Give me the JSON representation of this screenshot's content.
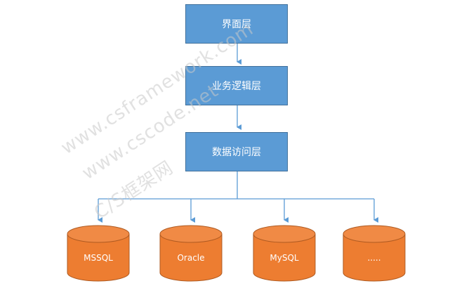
{
  "layers": {
    "ui": "界面层",
    "business": "业务逻辑层",
    "data_access": "数据访问层"
  },
  "databases": [
    "MSSQL",
    "Oracle",
    "MySQL",
    "....."
  ],
  "watermarks": [
    "www.csframework.com",
    "www.cscode.net",
    "C/S框架网"
  ],
  "colors": {
    "layer_fill": "#5b9bd5",
    "layer_border": "#41719c",
    "db_fill": "#ed7d31",
    "db_border": "#ae5a21",
    "connector": "#5b9bd5"
  }
}
